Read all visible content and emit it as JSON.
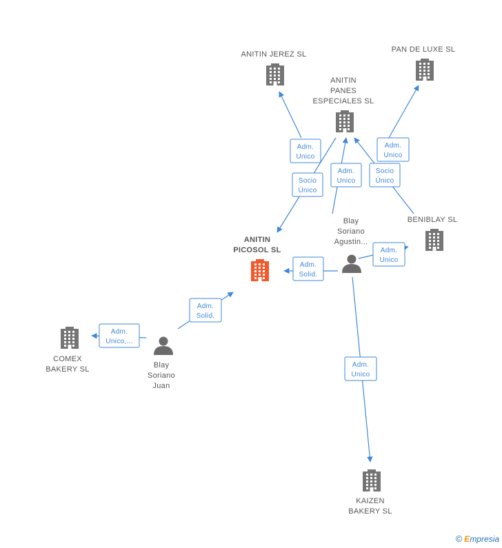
{
  "colors": {
    "edge": "#3f87d9",
    "company": "#757575",
    "focus_company": "#f4592b",
    "person": "#6b6b6b",
    "label": "#555555",
    "brand_accent": "#f29400"
  },
  "nodes": [
    {
      "id": "anitin_jerez",
      "type": "company",
      "lines": [
        "ANITIN JEREZ SL"
      ]
    },
    {
      "id": "pan_de_luxe",
      "type": "company",
      "lines": [
        "PAN DE LUXE SL"
      ]
    },
    {
      "id": "anitin_panes",
      "type": "company",
      "lines": [
        "ANITIN",
        "PANES",
        "ESPECIALES SL"
      ]
    },
    {
      "id": "beniblay",
      "type": "company",
      "lines": [
        "BENIBLAY SL"
      ]
    },
    {
      "id": "anitin_picosol",
      "type": "company",
      "focus": true,
      "lines": [
        "ANITIN",
        "PICOSOL SL"
      ]
    },
    {
      "id": "blay_agustin",
      "type": "person",
      "lines": [
        "Blay",
        "Soriano",
        "Agustin..."
      ]
    },
    {
      "id": "comex_bakery",
      "type": "company",
      "lines": [
        "COMEX",
        "BAKERY  SL"
      ]
    },
    {
      "id": "blay_juan",
      "type": "person",
      "lines": [
        "Blay",
        "Soriano",
        "Juan"
      ]
    },
    {
      "id": "kaizen_bakery",
      "type": "company",
      "lines": [
        "KAIZEN",
        "BAKERY SL"
      ]
    }
  ],
  "edges": [
    {
      "from": "blay_agustin",
      "to": "anitin_jerez",
      "lines": [
        "Adm.",
        "Unico"
      ]
    },
    {
      "from": "blay_agustin",
      "to": "pan_de_luxe",
      "lines": [
        "Adm.",
        "Unico"
      ]
    },
    {
      "from": "blay_agustin",
      "to": "anitin_panes",
      "lines": [
        "Adm.",
        "Unico"
      ]
    },
    {
      "from": "beniblay",
      "to": "anitin_panes",
      "lines": [
        "Socio",
        "Único"
      ]
    },
    {
      "from": "anitin_panes",
      "to": "anitin_picosol",
      "lines": [
        "Socio",
        "Único"
      ]
    },
    {
      "from": "blay_agustin",
      "to": "anitin_picosol",
      "lines": [
        "Adm.",
        "Solid."
      ]
    },
    {
      "from": "blay_agustin",
      "to": "beniblay",
      "lines": [
        "Adm.",
        "Unico"
      ]
    },
    {
      "from": "blay_agustin",
      "to": "kaizen_bakery",
      "lines": [
        "Adm.",
        "Unico"
      ]
    },
    {
      "from": "blay_juan",
      "to": "anitin_picosol",
      "lines": [
        "Adm.",
        "Solid."
      ]
    },
    {
      "from": "blay_juan",
      "to": "comex_bakery",
      "lines": [
        "Adm.",
        "Unico,..."
      ]
    }
  ],
  "footer": {
    "copyright": "©",
    "brand_first": "E",
    "brand_rest": "mpresia"
  }
}
